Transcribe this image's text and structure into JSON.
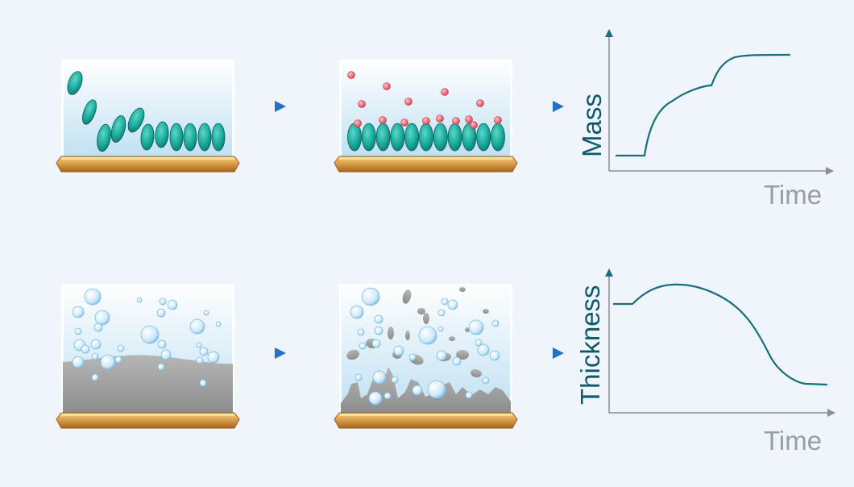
{
  "colors": {
    "background": "#eff5fb",
    "accent_blue": "#2472c8",
    "curve_teal": "#176f7c",
    "axis_gray": "#8a8f94",
    "label_teal": "#0e5a6b",
    "label_gray": "#9a9ea3",
    "electrode_gold": "#c9852b",
    "molecule_teal": "#17a79a",
    "particle_red": "#e2505a",
    "deposit_gray": "#9c9c9c",
    "bubble_blue": "#a9d7f1"
  },
  "top_row": {
    "ylabel": "Mass",
    "xlabel": "Time",
    "arrow_icon": "triangle-right-icon"
  },
  "bottom_row": {
    "ylabel": "Thickness",
    "xlabel": "Time",
    "arrow_icon": "triangle-right-icon"
  }
}
